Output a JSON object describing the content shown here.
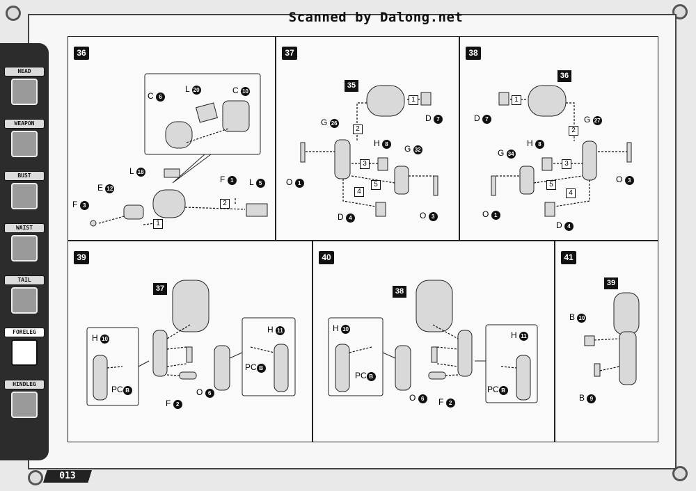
{
  "header": {
    "title": "Scanned by Dalong.net"
  },
  "nav": {
    "items": [
      {
        "label": "HEAD"
      },
      {
        "label": "WEAPON"
      },
      {
        "label": "BUST"
      },
      {
        "label": "WAIST"
      },
      {
        "label": "TAIL"
      },
      {
        "label": "FORELEG",
        "active": true
      },
      {
        "label": "HINDLEG"
      }
    ]
  },
  "footer": {
    "page_number": "013"
  },
  "steps": {
    "s36": {
      "number": "36",
      "callouts": [
        {
          "letter": "C",
          "num": "6"
        },
        {
          "letter": "L",
          "num": "20"
        },
        {
          "letter": "C",
          "num": "10"
        },
        {
          "letter": "L",
          "num": "18"
        },
        {
          "letter": "E",
          "num": "12"
        },
        {
          "letter": "F",
          "num": "1"
        },
        {
          "letter": "L",
          "num": "5"
        },
        {
          "letter": "F",
          "num": "3"
        }
      ],
      "order": [
        "1",
        "2"
      ]
    },
    "s37": {
      "number": "37",
      "subassembly": "35",
      "callouts": [
        {
          "letter": "D",
          "num": "7"
        },
        {
          "letter": "G",
          "num": "26"
        },
        {
          "letter": "H",
          "num": "8"
        },
        {
          "letter": "G",
          "num": "32"
        },
        {
          "letter": "O",
          "num": "1"
        },
        {
          "letter": "D",
          "num": "4"
        },
        {
          "letter": "O",
          "num": "3"
        }
      ],
      "order": [
        "1",
        "2",
        "3",
        "4",
        "5"
      ]
    },
    "s38": {
      "number": "38",
      "subassembly": "36",
      "callouts": [
        {
          "letter": "D",
          "num": "7"
        },
        {
          "letter": "G",
          "num": "27"
        },
        {
          "letter": "G",
          "num": "34"
        },
        {
          "letter": "H",
          "num": "8"
        },
        {
          "letter": "O",
          "num": "1"
        },
        {
          "letter": "D",
          "num": "4"
        },
        {
          "letter": "O",
          "num": "3"
        }
      ],
      "order": [
        "1",
        "2",
        "3",
        "4",
        "5"
      ]
    },
    "s39": {
      "number": "39",
      "subassembly": "37",
      "callouts": [
        {
          "letter": "H",
          "num": "10"
        },
        {
          "letter": "PC",
          "num": "B"
        },
        {
          "letter": "H",
          "num": "11"
        },
        {
          "letter": "PC",
          "num": "B"
        },
        {
          "letter": "O",
          "num": "6"
        },
        {
          "letter": "F",
          "num": "2"
        }
      ]
    },
    "s40": {
      "number": "40",
      "subassembly": "38",
      "callouts": [
        {
          "letter": "H",
          "num": "10"
        },
        {
          "letter": "PC",
          "num": "B"
        },
        {
          "letter": "H",
          "num": "11"
        },
        {
          "letter": "PC",
          "num": "B"
        },
        {
          "letter": "O",
          "num": "6"
        },
        {
          "letter": "F",
          "num": "2"
        }
      ]
    },
    "s41": {
      "number": "41",
      "subassembly": "39",
      "callouts": [
        {
          "letter": "B",
          "num": "10"
        },
        {
          "letter": "B",
          "num": "9"
        }
      ]
    }
  }
}
